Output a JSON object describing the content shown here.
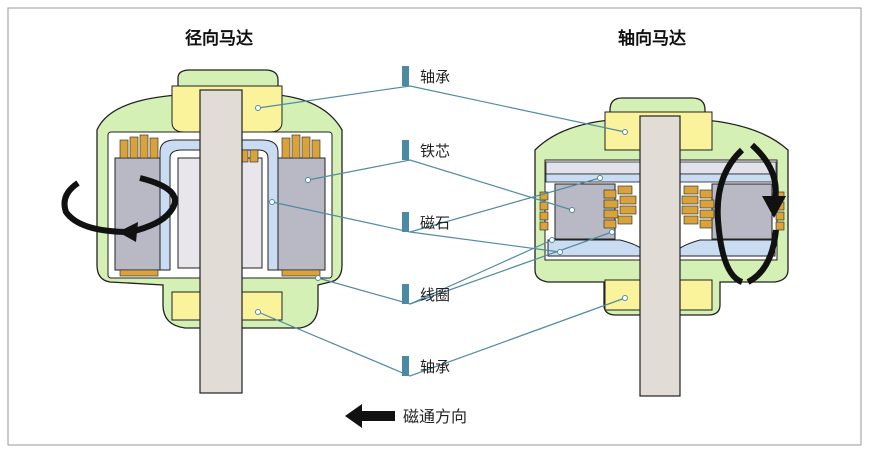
{
  "titles": {
    "left": "径向马达",
    "right": "轴向马达"
  },
  "labels": {
    "bearing_top": "轴承",
    "core": "铁芯",
    "magnet": "磁石",
    "coil": "线圈",
    "bearing_bottom": "轴承"
  },
  "legend": {
    "flux_direction": "磁通方向"
  },
  "colors": {
    "housing": "#d4f0b4",
    "bearing": "#fbf39b",
    "shaft": "#e2dcd7",
    "core": "#b9b9c5",
    "magnet": "#c9dcf2",
    "coil": "#d8a23c",
    "leader": "#4f8ba2",
    "tag": "#4a8aa3"
  }
}
